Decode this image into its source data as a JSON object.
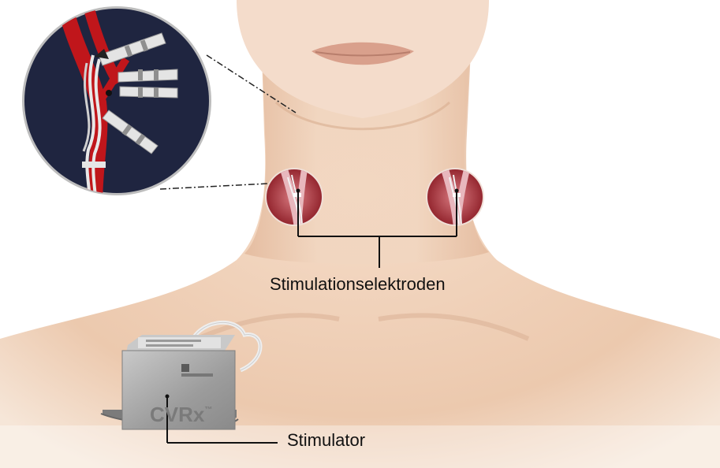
{
  "labels": {
    "electrodes": "Stimulationselektroden",
    "stimulator": "Stimulator"
  },
  "device": {
    "brand": "CVRx",
    "trademark": "™"
  },
  "colors": {
    "skin": "#efd2bb",
    "skin_shadow": "#dbb093",
    "artery": "#c0161b",
    "inset_bg": "#1f2540",
    "device_metal": "#a3a3a3",
    "label_text": "#111111"
  }
}
